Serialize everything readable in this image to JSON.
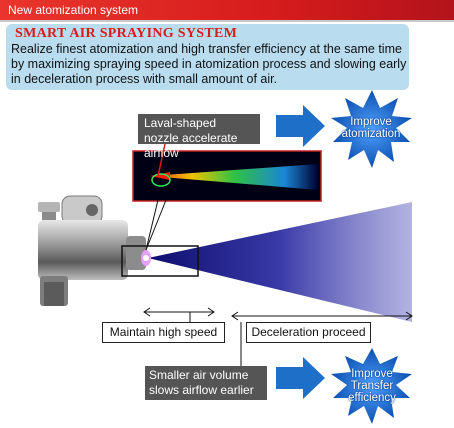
{
  "header": {
    "title": "New atomization system"
  },
  "system": {
    "title": "SMART AIR SPRAYING SYSTEM",
    "description": "Realize finest atomization and high transfer efficiency at the same time by maximizing spraying speed in atomization process and slowing early in deceleration process with small amount of air."
  },
  "callouts": {
    "nozzle": "Laval-shaped nozzle accelerate airflow",
    "air_volume": "Smaller air volume slows airflow earlier",
    "maintain": "Maintain high speed",
    "deceleration": "Deceleration proceed"
  },
  "results": {
    "atomization": "Improve atomization",
    "transfer": "Improve Transfer efficiency"
  },
  "colors": {
    "banner": "#d61c1c",
    "box": "#b9dcef",
    "arrow": "#1e6fc8",
    "burst": "#1a6fd1",
    "spray": "#23238f"
  }
}
